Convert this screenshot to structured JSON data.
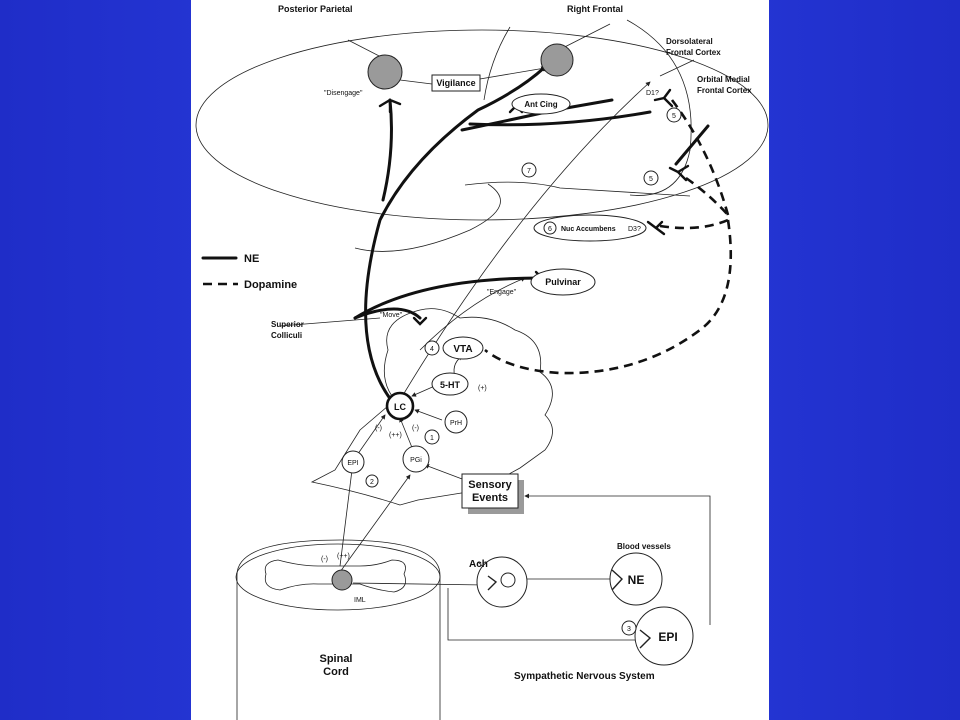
{
  "colors": {
    "background": "#2236d6",
    "panel": "#ffffff",
    "ink": "#111111",
    "gray_node": "#9a9a9a"
  },
  "labels": {
    "posterior_parietal": "Posterior Parietal",
    "right_frontal": "Right Frontal",
    "dorsolateral": "Dorsolateral",
    "frontal_cortex": "Frontal Cortex",
    "orbital_medial": "Orbital Medial",
    "frontal_cortex_2": "Frontal Cortex",
    "vigilance": "Vigilance",
    "disengage": "\"Disengage\"",
    "ant_cing": "Ant Cing",
    "d1": "D1?",
    "n5a": "5",
    "n5b": "5",
    "n7": "7",
    "n6": "6",
    "nuc_accumbens": "Nuc Accumbens",
    "d3": "D3?",
    "legend_ne": "NE",
    "legend_dopamine": "Dopamine",
    "pulvinar": "Pulvinar",
    "engage": "\"Engage\"",
    "move": "\"Move\"",
    "superior": "Superior",
    "colliculi": "Colliculi",
    "n4": "4",
    "vta": "VTA",
    "five_ht": "5-HT",
    "plus": "(+)",
    "lc": "LC",
    "prh": "PrH",
    "minus_a": "(-)",
    "plusplus_a": "(++)",
    "minus_b": "(-)",
    "n1": "1",
    "epi_small": "EPI",
    "pgi": "PGi",
    "n2": "2",
    "sensory": "Sensory",
    "events": "Events",
    "minus_c": "(-)",
    "plusplus_b": "(++)",
    "ach": "Ach",
    "blood_vessels": "Blood vessels",
    "ne_big": "NE",
    "iml": "IML",
    "n3": "3",
    "epi_big": "EPI",
    "spinal": "Spinal",
    "cord": "Cord",
    "sympathetic": "Sympathetic Nervous System"
  }
}
